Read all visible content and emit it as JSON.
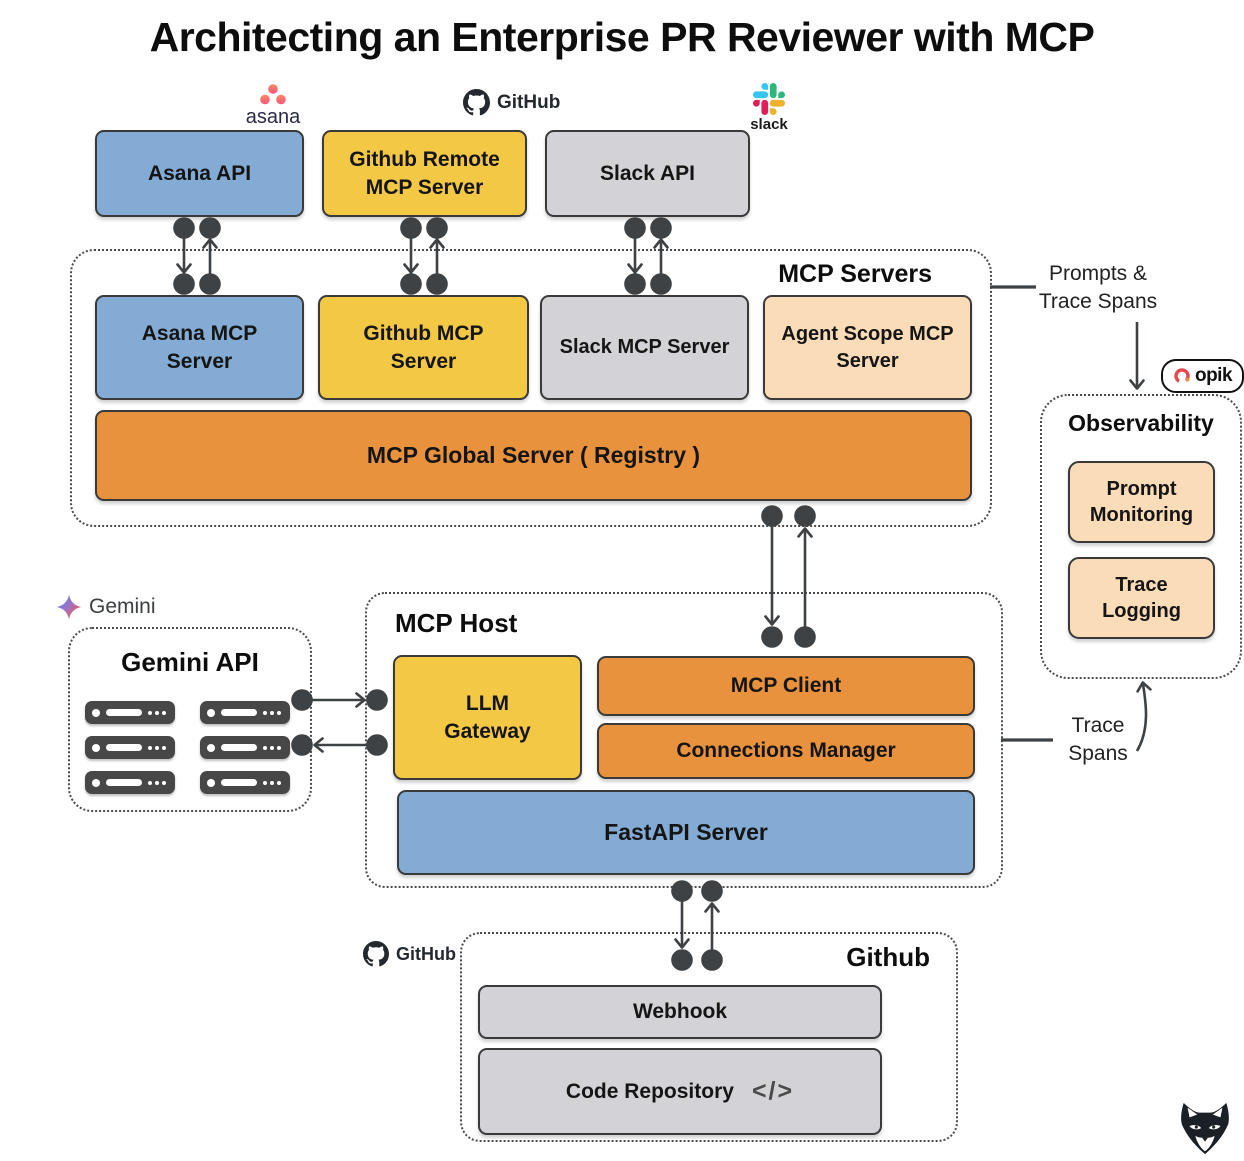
{
  "title": "Architecting an Enterprise PR Reviewer with MCP",
  "colors": {
    "blue": "#83abd4",
    "yellow": "#f2c845",
    "gray": "#d3d3d7",
    "orange": "#e8923d",
    "peach": "#fbdcb8",
    "line": "#3f4245",
    "slack-blue": "#36C5F0",
    "slack-green": "#2EB67D",
    "slack-yellow": "#ECB22E",
    "slack-red": "#E01E5A",
    "asana-coral": "#f9547a",
    "asana-orange": "#fb8a63",
    "opik-red": "#e5484d"
  },
  "logos": {
    "asana_label": "asana",
    "github_top_label": "GitHub",
    "slack_label": "slack",
    "gemini_label": "Gemini",
    "opik_label": "opik",
    "github_bottom_label": "GitHub"
  },
  "api_row": {
    "asana_api": "Asana API",
    "github_remote_mcp": "Github Remote\nMCP Server",
    "slack_api": "Slack API"
  },
  "mcp_servers": {
    "panel_label": "MCP Servers",
    "asana_mcp": "Asana MCP\nServer",
    "github_mcp": "Github MCP\nServer",
    "slack_mcp": "Slack MCP Server",
    "agent_scope_mcp": "Agent Scope MCP\nServer",
    "global_server": "MCP Global Server ( Registry )"
  },
  "observability": {
    "panel_label": "Observability",
    "prompt_monitoring": "Prompt\nMonitoring",
    "trace_logging": "Trace\nLogging"
  },
  "annotations": {
    "prompts_trace_spans": "Prompts &\nTrace Spans",
    "trace_spans": "Trace\nSpans"
  },
  "gemini_panel": {
    "title": "Gemini API"
  },
  "mcp_host": {
    "panel_label": "MCP Host",
    "llm_gateway": "LLM\nGateway",
    "mcp_client": "MCP Client",
    "connections_manager": "Connections Manager",
    "fastapi_server": "FastAPI Server"
  },
  "github_panel": {
    "panel_label": "Github",
    "webhook": "Webhook",
    "code_repository": "Code Repository",
    "code_icon": "</>"
  }
}
